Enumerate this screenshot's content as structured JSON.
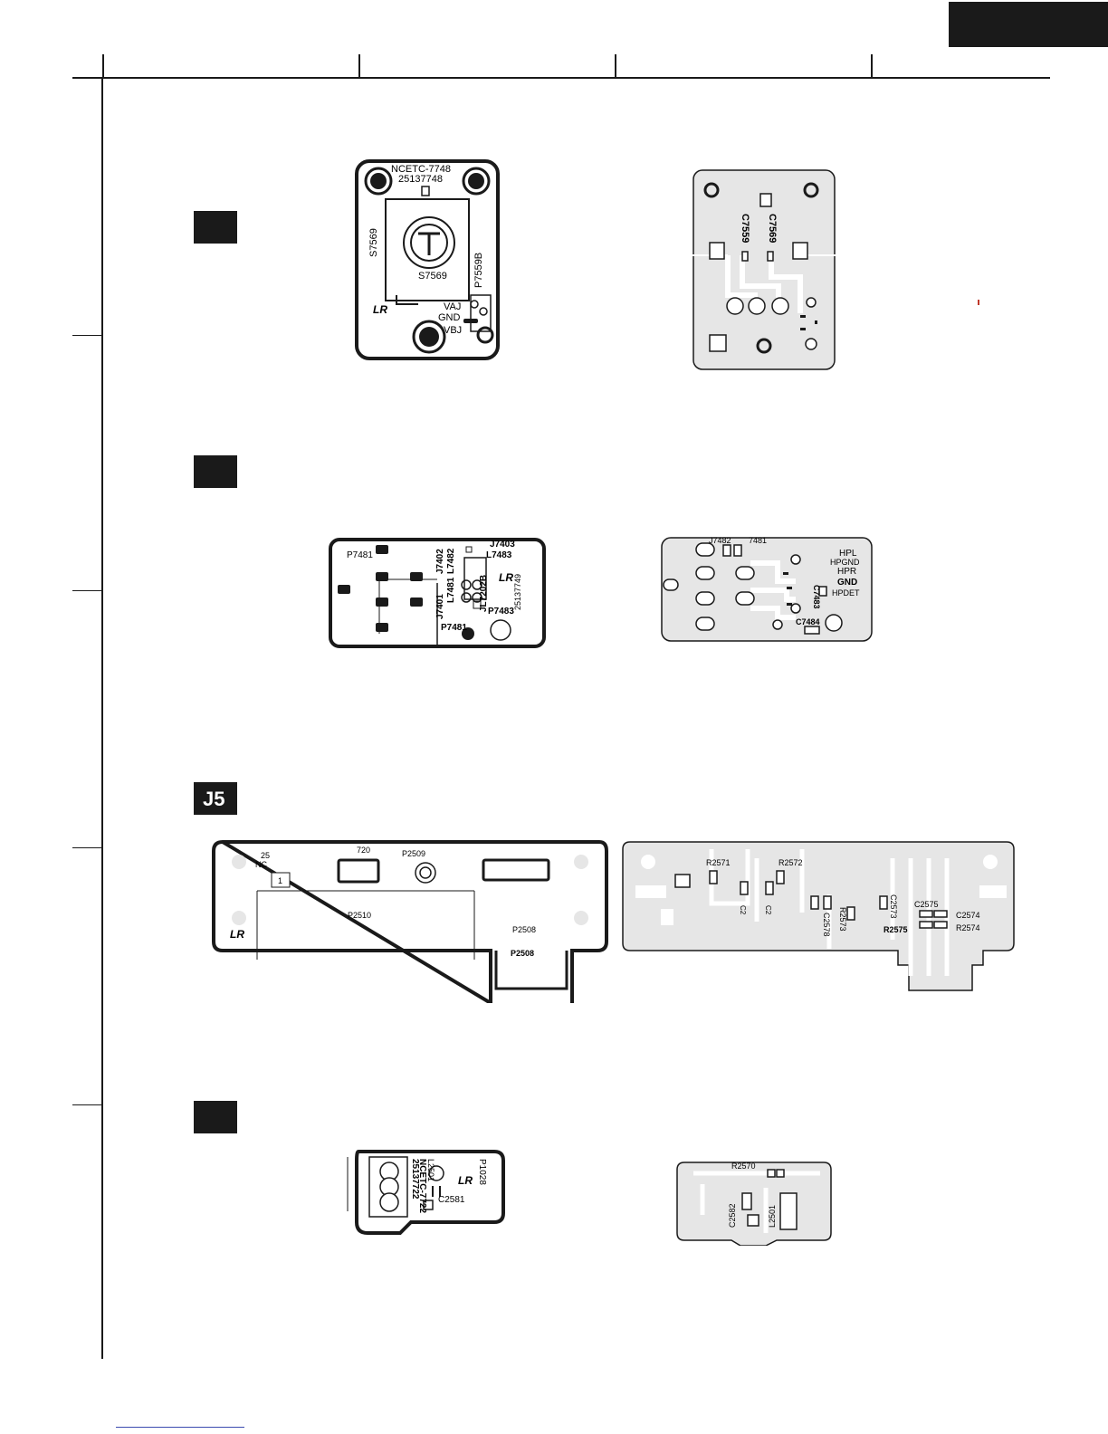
{
  "colors": {
    "ink": "#1a1a1a",
    "board": "#e6e6e6",
    "trace": "#ffffff",
    "link": "#3b4bb0"
  },
  "board1": {
    "front": {
      "part": "NCETC-7748",
      "number": "25137748",
      "switch_side": "S7569",
      "switch": "S7569",
      "connector": "P7559B",
      "pin1": "VAJ",
      "pin2": "GND",
      "pin3": "VBJ"
    },
    "back": {
      "cap1": "C7559",
      "cap2": "C7569"
    }
  },
  "board2": {
    "front": {
      "p1": "P7481",
      "j1": "J7402",
      "l1": "L7482",
      "l2": "L7481",
      "j2": "J7401",
      "j3": "JL7202B",
      "j4": "J7403",
      "l3": "L7483",
      "number": "25137749",
      "p2": "P7483",
      "p3": "P7481"
    },
    "back": {
      "top1": "J7482",
      "top2": "7481",
      "hpl": "HPL",
      "hpgnd": "HPGND",
      "hpr": "HPR",
      "gnd": "GND",
      "hpdet": "HPDET",
      "cap1": "C7483",
      "cap2": "C7484"
    }
  },
  "board3": {
    "tag": "J5",
    "front": {
      "frag1": "25",
      "frag2": "NC",
      "pin1": "1",
      "frag3": "720",
      "frag4": "P2509",
      "p1": "P2510",
      "p2": "P2508",
      "p3": "P2508"
    },
    "back": {
      "r1": "R2571",
      "r2": "R2572",
      "c1": "C2",
      "c2": "C2",
      "r3": "R2573",
      "c3": "C2578",
      "c4": "C2573",
      "c5": "C2575",
      "r4": "R2575",
      "c6": "C2574",
      "r5": "R2574"
    }
  },
  "board4": {
    "front": {
      "line1": "25137722",
      "line2": "NCETC-7722",
      "line3": "L2501",
      "connector": "P1028",
      "cap": "C2581"
    },
    "back": {
      "r1": "R2570",
      "c1": "C2582",
      "l1": "L2501"
    }
  }
}
